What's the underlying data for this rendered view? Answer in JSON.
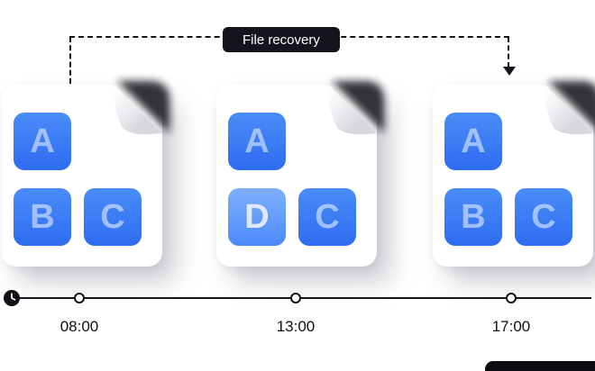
{
  "recovery": {
    "label": "File recovery"
  },
  "documents": [
    {
      "tiles": [
        {
          "letter": "A",
          "variant": "normal"
        },
        {
          "letter": "B",
          "variant": "normal"
        },
        {
          "letter": "C",
          "variant": "normal"
        }
      ]
    },
    {
      "tiles": [
        {
          "letter": "A",
          "variant": "normal"
        },
        {
          "letter": "D",
          "variant": "light"
        },
        {
          "letter": "C",
          "variant": "normal"
        }
      ]
    },
    {
      "tiles": [
        {
          "letter": "A",
          "variant": "normal"
        },
        {
          "letter": "B",
          "variant": "normal"
        },
        {
          "letter": "C",
          "variant": "normal"
        }
      ]
    }
  ],
  "timeline": {
    "labels": [
      "08:00",
      "13:00",
      "17:00"
    ]
  },
  "colors": {
    "badge_bg": "#14141d",
    "badge_text": "#ffffff",
    "tile_blue_top": "#4a8cf8",
    "tile_blue_bottom": "#2e6cf1",
    "tile_light_top": "#7fb0fb",
    "tile_light_bottom": "#4c89f7",
    "timeline_line": "#15151b",
    "dash_line": "#121218"
  }
}
